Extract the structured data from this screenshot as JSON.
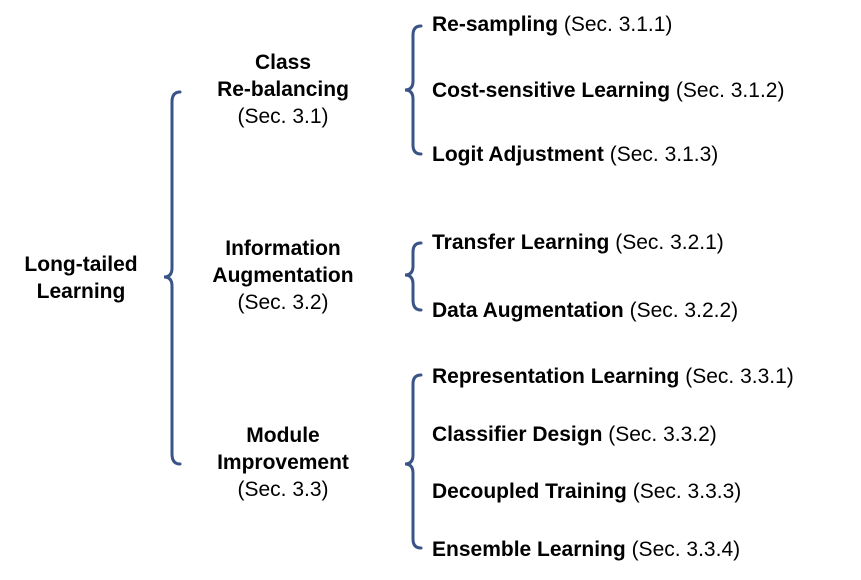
{
  "root": {
    "lines": [
      "Long-tailed",
      "Learning"
    ]
  },
  "branches": [
    {
      "title_lines": [
        "Class",
        "Re-balancing"
      ],
      "section": "(Sec. 3.1)",
      "leaves": [
        {
          "name": "Re-sampling",
          "section": "(Sec. 3.1.1)"
        },
        {
          "name": "Cost-sensitive Learning",
          "section": "(Sec. 3.1.2)"
        },
        {
          "name": "Logit Adjustment",
          "section": "(Sec. 3.1.3)"
        }
      ]
    },
    {
      "title_lines": [
        "Information",
        "Augmentation"
      ],
      "section": "(Sec. 3.2)",
      "leaves": [
        {
          "name": "Transfer Learning",
          "section": "(Sec. 3.2.1)"
        },
        {
          "name": "Data Augmentation",
          "section": "(Sec. 3.2.2)"
        }
      ]
    },
    {
      "title_lines": [
        "Module",
        "Improvement"
      ],
      "section": "(Sec. 3.3)",
      "leaves": [
        {
          "name": "Representation Learning",
          "section": "(Sec. 3.3.1)"
        },
        {
          "name": "Classifier Design",
          "section": "(Sec. 3.3.2)"
        },
        {
          "name": "Decoupled Training",
          "section": "(Sec. 3.3.3)"
        },
        {
          "name": "Ensemble Learning",
          "section": "(Sec. 3.3.4)"
        }
      ]
    }
  ],
  "colors": {
    "brace": "#3a5488",
    "text": "#000000"
  }
}
